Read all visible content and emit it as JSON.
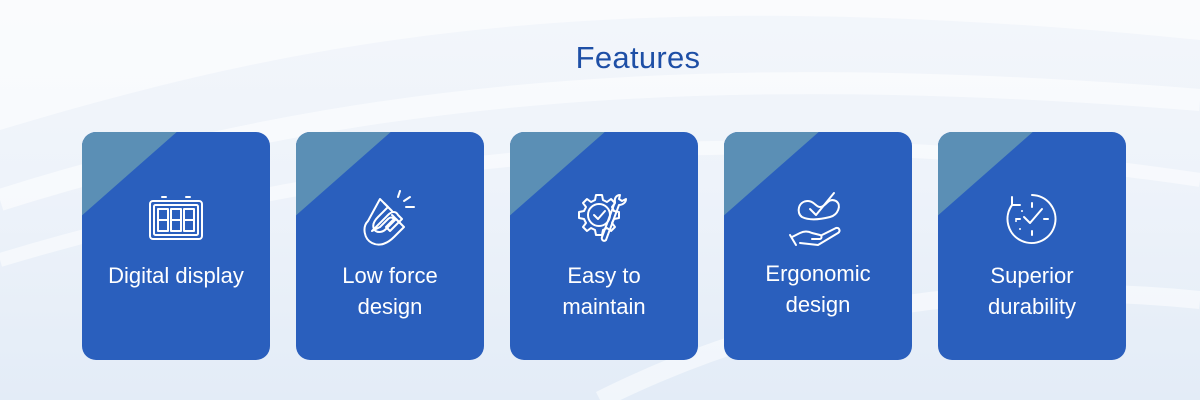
{
  "title": "Features",
  "colors": {
    "title": "#1e4fa6",
    "card": "#2a5fbd",
    "card_corner": "#5b8fb5",
    "text": "#ffffff"
  },
  "features": [
    {
      "label": "Digital display",
      "icon": "digital-display-icon"
    },
    {
      "label": "Low force\ndesign",
      "icon": "magnet-icon"
    },
    {
      "label": "Easy to\nmaintain",
      "icon": "gear-wrench-icon"
    },
    {
      "label": "Ergonomic\ndesign",
      "icon": "hand-check-icon"
    },
    {
      "label": "Superior\ndurability",
      "icon": "clock-check-icon"
    }
  ]
}
